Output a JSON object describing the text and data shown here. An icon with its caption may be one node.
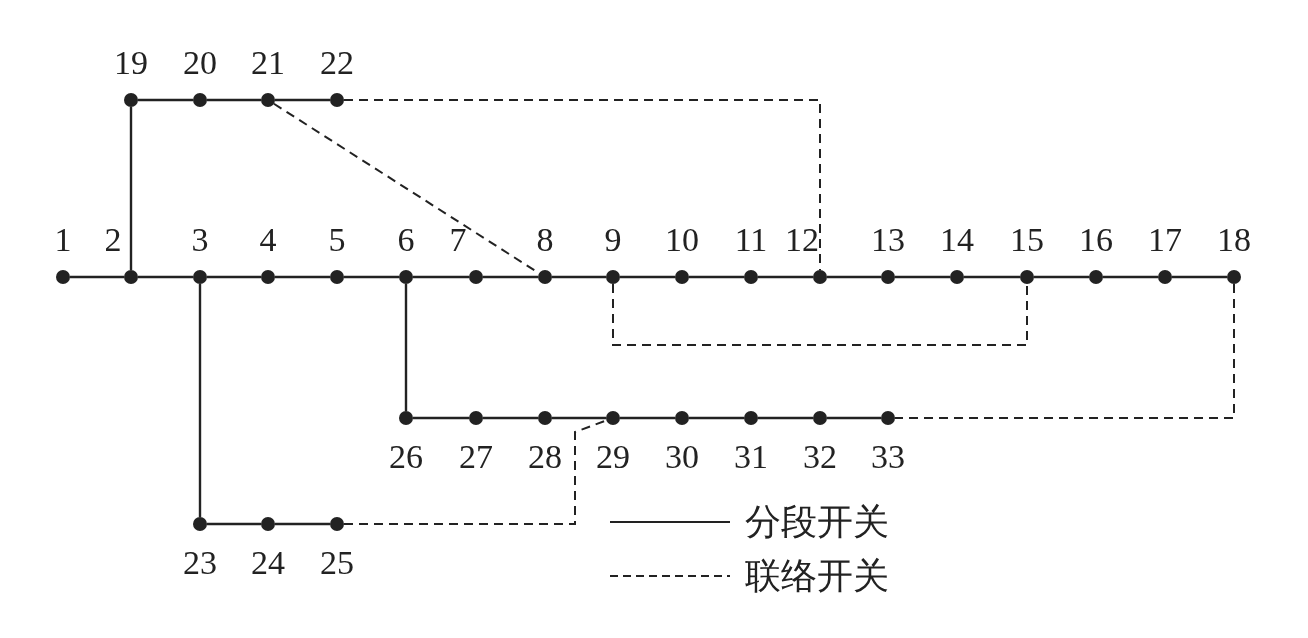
{
  "diagram": {
    "nodes": [
      {
        "text": [
          "1"
        ]
      },
      {
        "text": [
          "2"
        ]
      },
      {
        "text": [
          "3"
        ]
      },
      {
        "text": [
          "4"
        ]
      },
      {
        "text": [
          "5"
        ]
      },
      {
        "text": [
          "6"
        ]
      },
      {
        "text": [
          "7"
        ]
      },
      {
        "text": [
          "8"
        ]
      },
      {
        "text": [
          "9"
        ]
      },
      {
        "text": [
          "10"
        ]
      },
      {
        "text": [
          "11"
        ]
      },
      {
        "text": [
          "12"
        ]
      },
      {
        "text": [
          "13"
        ]
      },
      {
        "text": [
          "14"
        ]
      },
      {
        "text": [
          "15"
        ]
      },
      {
        "text": [
          "16"
        ]
      },
      {
        "text": [
          "17"
        ]
      },
      {
        "text": [
          "18"
        ]
      },
      {
        "text": [
          "19"
        ]
      },
      {
        "text": [
          "20"
        ]
      },
      {
        "text": [
          "21"
        ]
      },
      {
        "text": [
          "22"
        ]
      },
      {
        "text": [
          "23"
        ]
      },
      {
        "text": [
          "24"
        ]
      },
      {
        "text": [
          "25"
        ]
      },
      {
        "text": [
          "26"
        ]
      },
      {
        "text": [
          "27"
        ]
      },
      {
        "text": [
          "28"
        ]
      },
      {
        "text": [
          "29"
        ]
      },
      {
        "text": [
          "30"
        ]
      },
      {
        "text": [
          "31"
        ]
      },
      {
        "text": [
          "32"
        ]
      },
      {
        "text": [
          "33"
        ]
      }
    ],
    "edges": [
      {
        "from": 0,
        "to": 1,
        "arrow": "none"
      },
      {
        "from": 1,
        "to": 2,
        "arrow": "none"
      },
      {
        "from": 2,
        "to": 3,
        "arrow": "none"
      },
      {
        "from": 3,
        "to": 4,
        "arrow": "none"
      },
      {
        "from": 4,
        "to": 5,
        "arrow": "none"
      },
      {
        "from": 5,
        "to": 6,
        "arrow": "none"
      },
      {
        "from": 6,
        "to": 7,
        "arrow": "none"
      },
      {
        "from": 7,
        "to": 8,
        "arrow": "none"
      },
      {
        "from": 8,
        "to": 9,
        "arrow": "none"
      },
      {
        "from": 9,
        "to": 10,
        "arrow": "none"
      },
      {
        "from": 10,
        "to": 11,
        "arrow": "none"
      },
      {
        "from": 11,
        "to": 12,
        "arrow": "none"
      },
      {
        "from": 12,
        "to": 13,
        "arrow": "none"
      },
      {
        "from": 13,
        "to": 14,
        "arrow": "none"
      },
      {
        "from": 14,
        "to": 15,
        "arrow": "none"
      },
      {
        "from": 15,
        "to": 16,
        "arrow": "none"
      },
      {
        "from": 16,
        "to": 17,
        "arrow": "none"
      },
      {
        "from": 1,
        "to": 18,
        "arrow": "none"
      },
      {
        "from": 18,
        "to": 19,
        "arrow": "none"
      },
      {
        "from": 19,
        "to": 20,
        "arrow": "none"
      },
      {
        "from": 20,
        "to": 21,
        "arrow": "none"
      },
      {
        "from": 2,
        "to": 22,
        "arrow": "none"
      },
      {
        "from": 22,
        "to": 23,
        "arrow": "none"
      },
      {
        "from": 23,
        "to": 24,
        "arrow": "none"
      },
      {
        "from": 5,
        "to": 25,
        "arrow": "none"
      },
      {
        "from": 25,
        "to": 26,
        "arrow": "none"
      },
      {
        "from": 26,
        "to": 27,
        "arrow": "none"
      },
      {
        "from": 27,
        "to": 28,
        "arrow": "none"
      },
      {
        "from": 28,
        "to": 29,
        "arrow": "none"
      },
      {
        "from": 29,
        "to": 30,
        "arrow": "none"
      },
      {
        "from": 30,
        "to": 31,
        "arrow": "none"
      },
      {
        "from": 31,
        "to": 32,
        "arrow": "none"
      },
      {
        "from": 21,
        "to": 11,
        "arrow": "none",
        "style": "dashed"
      },
      {
        "from": 20,
        "to": 7,
        "arrow": "none",
        "style": "dashed"
      },
      {
        "from": 8,
        "to": 14,
        "arrow": "none",
        "style": "dashed"
      },
      {
        "from": 17,
        "to": 32,
        "arrow": "none",
        "style": "dashed"
      },
      {
        "from": 24,
        "to": 28,
        "arrow": "none",
        "style": "dashed"
      }
    ],
    "legend": [
      {
        "text": "分段开关"
      },
      {
        "text": "联络开关"
      }
    ]
  }
}
